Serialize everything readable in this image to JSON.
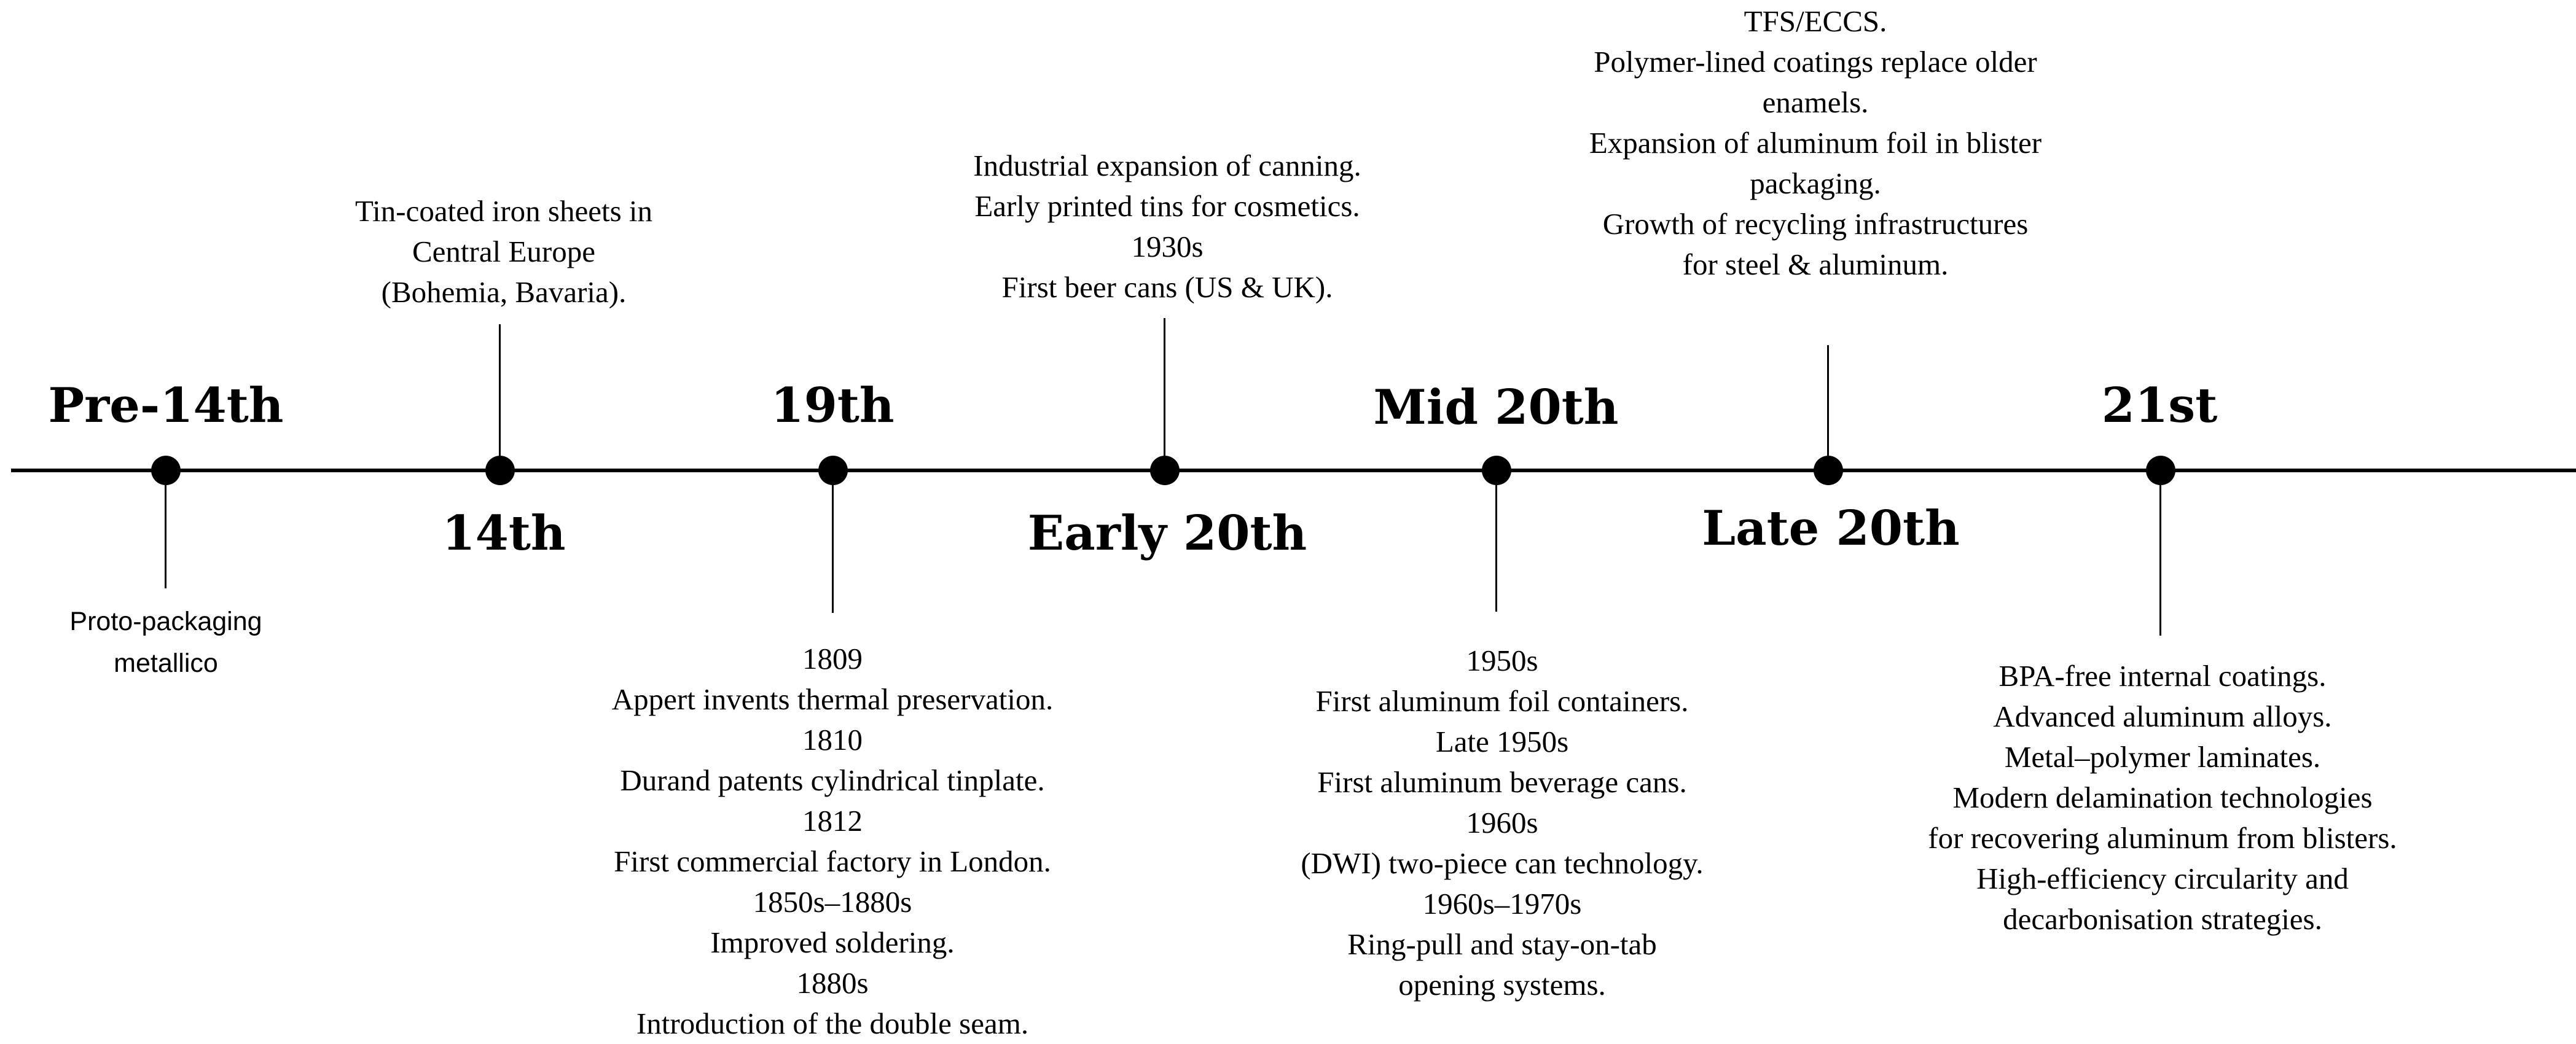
{
  "timeline": {
    "eras": [
      {
        "key": "pre14",
        "label": "Pre-14th",
        "note": [
          "Proto-packaging",
          "metallico"
        ]
      },
      {
        "key": "c14",
        "label": "14th",
        "note": [
          "Tin-coated iron sheets in",
          "Central Europe",
          "(Bohemia, Bavaria)."
        ]
      },
      {
        "key": "c19",
        "label": "19th",
        "note": [
          "1809",
          "Appert invents thermal preservation.",
          "1810",
          "Durand patents cylindrical tinplate.",
          "1812",
          "First commercial factory in London.",
          "1850s–1880s",
          "Improved soldering.",
          "1880s",
          "Introduction of the double seam."
        ]
      },
      {
        "key": "early20",
        "label": "Early 20th",
        "note": [
          "Industrial expansion of canning.",
          "Early printed tins for cosmetics.",
          "1930s",
          "First beer cans (US & UK)."
        ]
      },
      {
        "key": "mid20",
        "label": "Mid 20th",
        "note": [
          "1950s",
          "First aluminum foil containers.",
          "Late 1950s",
          "First aluminum beverage cans.",
          "1960s",
          "(DWI) two-piece can technology.",
          "1960s–1970s",
          "Ring-pull and stay-on-tab",
          "opening systems."
        ]
      },
      {
        "key": "late20",
        "label": "Late 20th",
        "note": [
          "TFS/ECCS.",
          "Polymer-lined coatings replace older",
          "enamels.",
          "Expansion of aluminum foil in blister",
          "packaging.",
          "Growth of recycling infrastructures",
          "for steel & aluminum."
        ]
      },
      {
        "key": "c21",
        "label": "21st",
        "note": [
          "BPA-free internal coatings.",
          "Advanced aluminum alloys.",
          "Metal–polymer laminates.",
          "Modern delamination technologies",
          "for recovering aluminum from blisters.",
          "High-efficiency circularity and",
          "decarbonisation strategies."
        ]
      }
    ]
  }
}
